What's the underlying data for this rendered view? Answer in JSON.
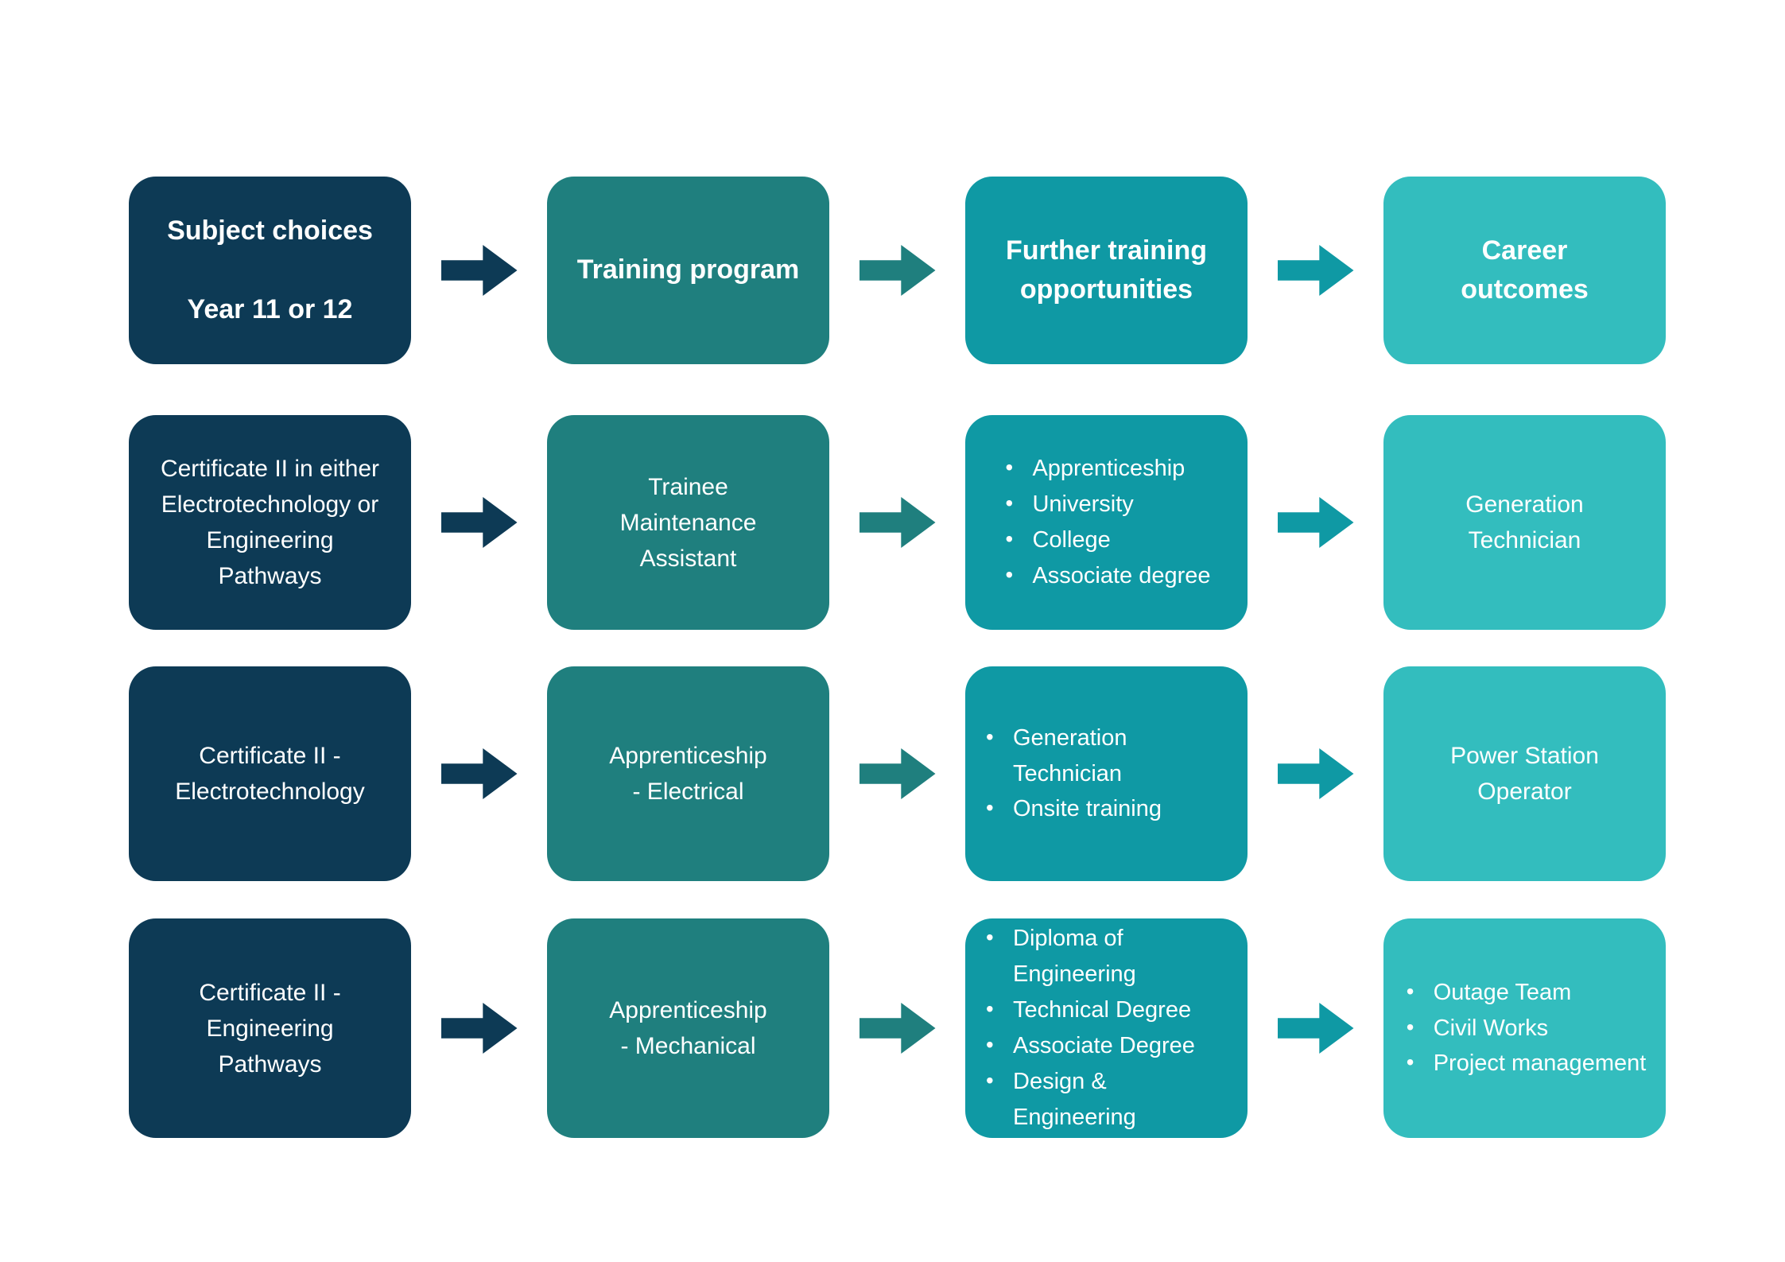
{
  "colors": {
    "background": "#ffffff",
    "text": "#ffffff",
    "col1": "#0d3a55",
    "col2": "#1f7f7e",
    "col3": "#0f99a4",
    "col4": "#33bdbe",
    "arrow1": "#0d3a55",
    "arrow2": "#1f7f7e",
    "arrow3": "#0f99a4"
  },
  "rows": [
    {
      "cells": [
        {
          "text": "Subject choices\n\nYear 11 or 12"
        },
        {
          "text": "Training program"
        },
        {
          "text": "Further training\nopportunities"
        },
        {
          "text": "Career\noutcomes"
        }
      ]
    },
    {
      "cells": [
        {
          "text": "Certificate II in either\nElectrotechnology or\nEngineering\nPathways"
        },
        {
          "text": "Trainee\nMaintenance\nAssistant"
        },
        {
          "items": [
            "Apprenticeship",
            "University",
            "College",
            "Associate degree"
          ]
        },
        {
          "text": "Generation\nTechnician"
        }
      ]
    },
    {
      "cells": [
        {
          "text": "Certificate II -\nElectrotechnology"
        },
        {
          "text": "Apprenticeship\n- Electrical"
        },
        {
          "items": [
            "Generation Technician",
            "Onsite training"
          ]
        },
        {
          "text": "Power Station\nOperator"
        }
      ]
    },
    {
      "cells": [
        {
          "text": "Certificate II -\nEngineering\nPathways"
        },
        {
          "text": "Apprenticeship\n- Mechanical"
        },
        {
          "items": [
            "Diploma of Engineering",
            "Technical Degree",
            "Associate Degree",
            "Design & Engineering"
          ]
        },
        {
          "items": [
            "Outage Team",
            "Civil Works",
            "Project management"
          ]
        }
      ]
    }
  ]
}
